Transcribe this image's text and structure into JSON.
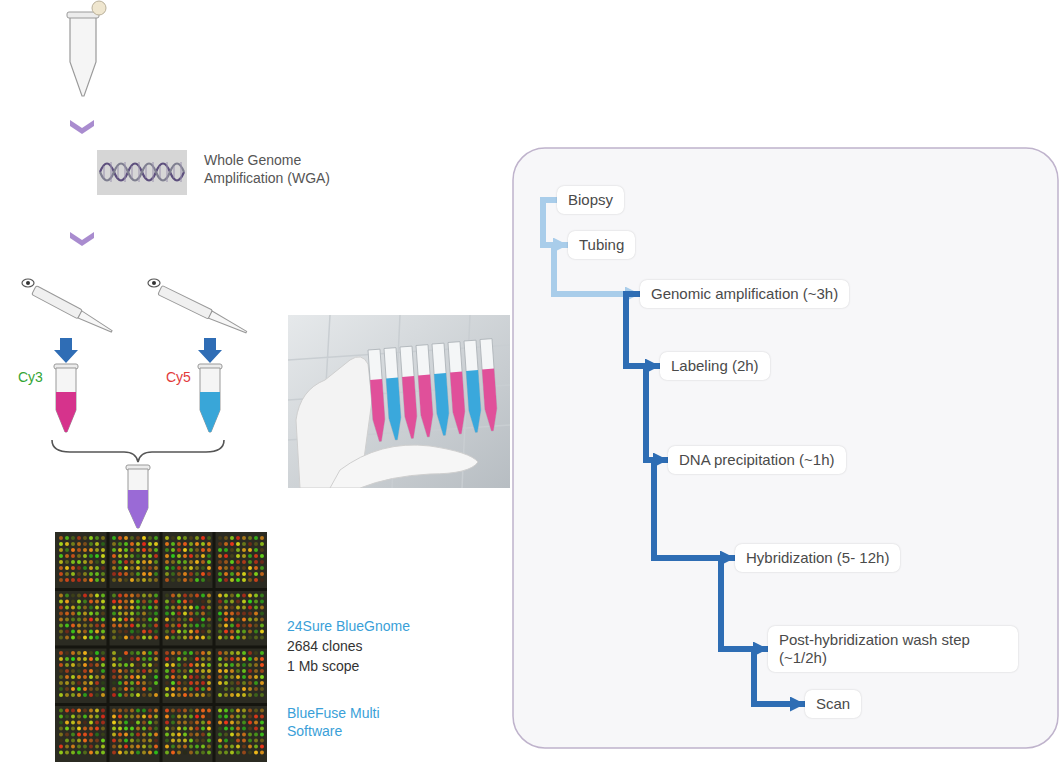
{
  "diagram": {
    "nodes": [
      {
        "text": [
          "Biopsy"
        ]
      },
      {
        "text": [
          "Tubing"
        ]
      },
      {
        "text": [
          "Genomic amplification (~3h)"
        ]
      },
      {
        "text": [
          "Labeling (2h)"
        ]
      },
      {
        "text": [
          "DNA precipitation (~1h)"
        ]
      },
      {
        "text": [
          "Hybridization (5- 12h)"
        ]
      },
      {
        "text": [
          "Post-hybridization wash step (~1/2h)"
        ]
      },
      {
        "text": [
          "Scan"
        ]
      }
    ],
    "edges": [
      {
        "from": 0,
        "to": 1,
        "arrow": "to"
      },
      {
        "from": 1,
        "to": 2,
        "arrow": "to"
      },
      {
        "from": 2,
        "to": 3,
        "arrow": "to"
      },
      {
        "from": 3,
        "to": 4,
        "arrow": "to"
      },
      {
        "from": 4,
        "to": 5,
        "arrow": "to"
      },
      {
        "from": 5,
        "to": 6,
        "arrow": "to"
      },
      {
        "from": 6,
        "to": 7,
        "arrow": "to"
      }
    ],
    "labels": [
      "Whole Genome Amplification (WGA)",
      "Cy3",
      "Cy5",
      "24Sure BlueGnome",
      "2684 clones",
      "1 Mb scope",
      "BlueFuse Multi Software"
    ]
  }
}
